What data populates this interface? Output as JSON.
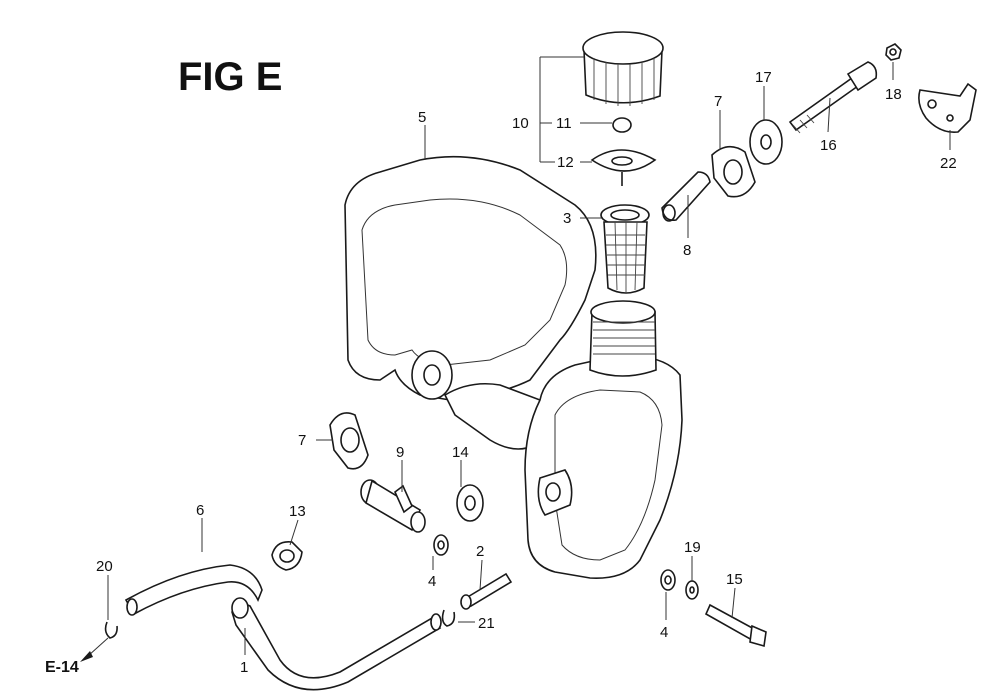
{
  "title": "FIG E",
  "ref_label": "E-14",
  "callouts": {
    "c1": "1",
    "c2": "2",
    "c3": "3",
    "c4a": "4",
    "c4b": "4",
    "c5": "5",
    "c6": "6",
    "c7a": "7",
    "c7b": "7",
    "c8": "8",
    "c9": "9",
    "c10": "10",
    "c11": "11",
    "c12": "12",
    "c13": "13",
    "c14": "14",
    "c15": "15",
    "c16": "16",
    "c17": "17",
    "c18": "18",
    "c19": "19",
    "c20": "20",
    "c21": "21",
    "c22": "22"
  }
}
